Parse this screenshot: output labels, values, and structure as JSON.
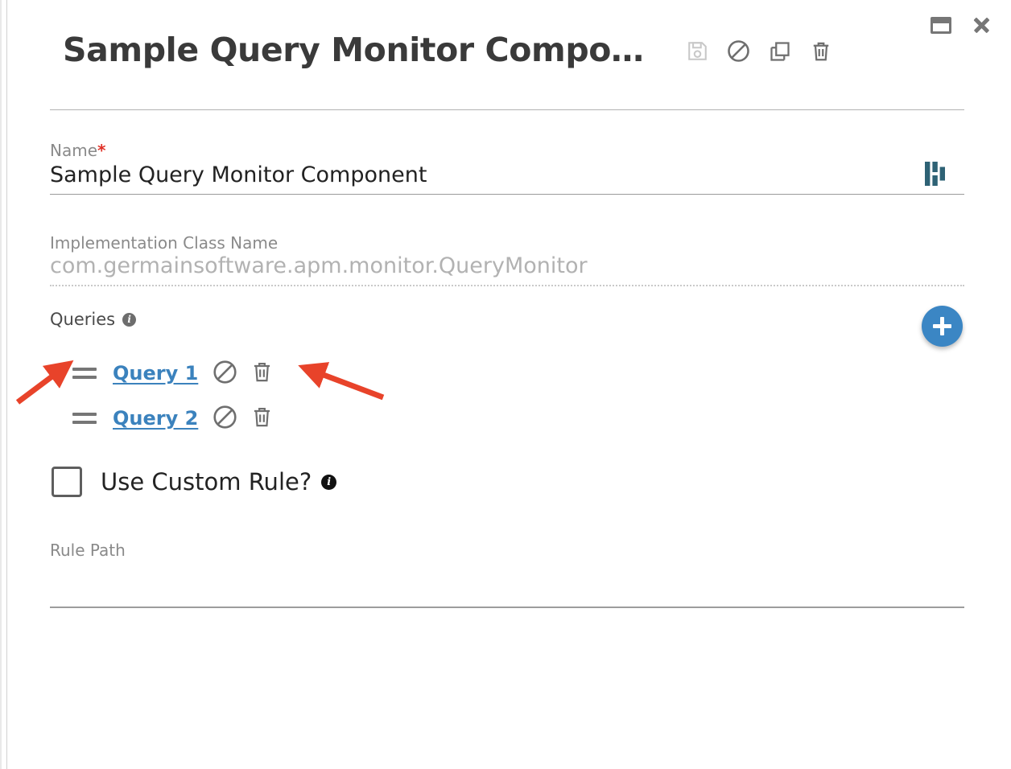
{
  "window": {
    "restore_icon": "restore-window-icon",
    "close_icon": "close-icon"
  },
  "header": {
    "title": "Sample Query Monitor Compo…",
    "title_full": "Sample Query Monitor Component",
    "actions": [
      {
        "name": "save-icon",
        "label": "Save",
        "state": "disabled"
      },
      {
        "name": "disable-icon",
        "label": "Disable",
        "state": "enabled"
      },
      {
        "name": "copy-icon",
        "label": "Copy",
        "state": "enabled"
      },
      {
        "name": "delete-icon",
        "label": "Delete",
        "state": "enabled"
      }
    ]
  },
  "fields": {
    "name": {
      "label": "Name",
      "required_marker": "*",
      "value": "Sample Query Monitor Component",
      "brand_icon": "germain-logo-icon"
    },
    "impl_class": {
      "label": "Implementation Class Name",
      "value": "com.germainsoftware.apm.monitor.QueryMonitor",
      "state": "read-only"
    },
    "rule_path": {
      "label": "Rule Path",
      "value": "",
      "placeholder": ""
    }
  },
  "queries": {
    "title": "Queries",
    "info_icon": "info-icon",
    "add_button": "add-query-button",
    "accent_color": "#3b86c4",
    "link_color": "#3b82bd",
    "items": [
      {
        "label": "Query 1",
        "drag_handle": "drag-handle-icon",
        "disable_icon": "disable-icon",
        "delete_icon": "delete-icon"
      },
      {
        "label": "Query 2",
        "drag_handle": "drag-handle-icon",
        "disable_icon": "disable-icon",
        "delete_icon": "delete-icon"
      }
    ]
  },
  "custom_rule": {
    "label": "Use Custom Rule?",
    "checked": false,
    "info_icon": "info-icon"
  },
  "annotations": {
    "color": "#e8432a",
    "arrows": [
      {
        "name": "arrow-to-drag-handle",
        "points_to": "drag-handle of Query 1"
      },
      {
        "name": "arrow-to-delete-icon",
        "points_to": "delete icon of Query 1"
      }
    ]
  }
}
